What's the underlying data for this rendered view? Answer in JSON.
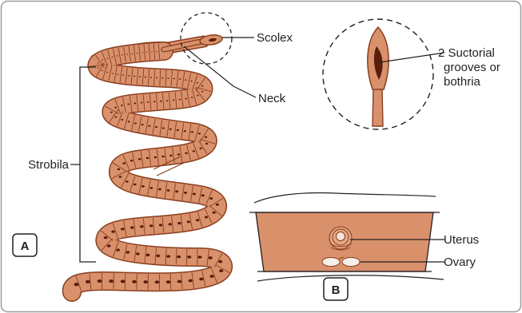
{
  "labels": {
    "scolex": "Scolex",
    "neck": "Neck",
    "strobila": "Strobila",
    "grooves_line1": "2 Suctorial",
    "grooves_line2": "grooves or",
    "grooves_line3": "bothria",
    "uterus": "Uterus",
    "ovary": "Ovary"
  },
  "panels": {
    "a": "A",
    "b": "B"
  },
  "colors": {
    "body_fill": "#d9916c",
    "body_stroke": "#8a3e1f",
    "segment_line": "#8a3e1f",
    "nucleus": "#5a1e0a",
    "frame": "#9a9a9a",
    "ink": "#231f20"
  }
}
